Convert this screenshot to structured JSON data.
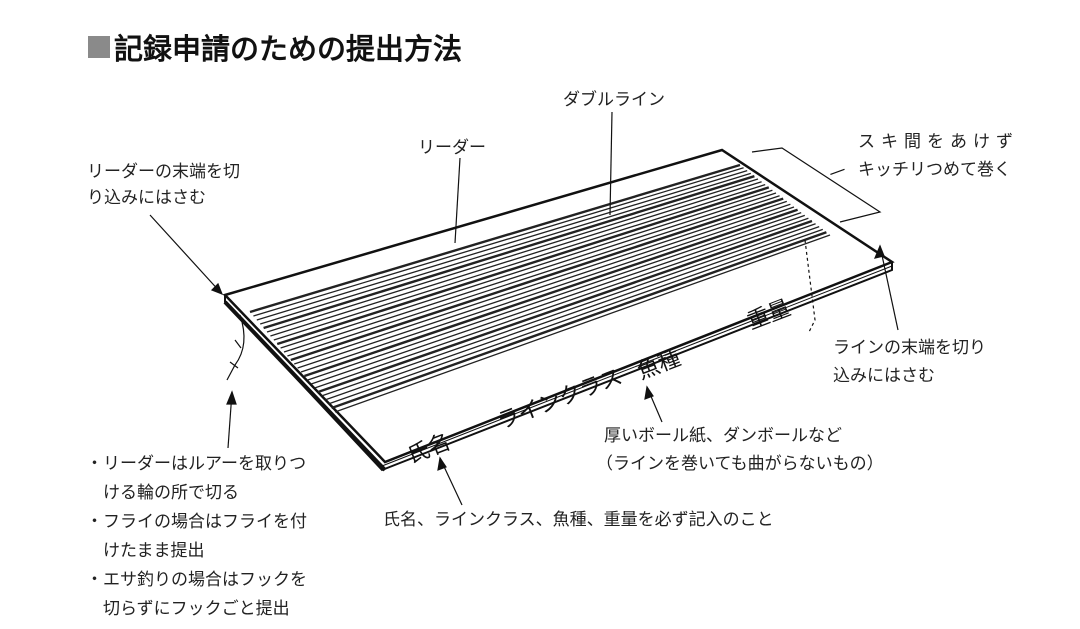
{
  "title": "記録申請のための提出方法",
  "labels": {
    "double_line": "ダブルライン",
    "leader": "リーダー",
    "leader_end": [
      "リーダーの末端を切",
      "り込みにはさむ"
    ],
    "no_gap": [
      "スキ間をあけず",
      "キッチリつめて巻く"
    ],
    "line_end": [
      "ラインの末端を切り",
      "込みにはさむ"
    ],
    "board": [
      "厚いボール紙、ダンボールなど",
      "（ラインを巻いても曲がらないもの）"
    ],
    "write_info": "氏名、ラインクラス、魚種、重量を必ず記入のこと"
  },
  "notes": [
    [
      "・リーダーはルアーを取りつ",
      "　ける輪の所で切る"
    ],
    [
      "・フライの場合はフライを付",
      "　けたまま提出"
    ],
    [
      "・エサ釣りの場合はフックを",
      "　切らずにフックごと提出"
    ]
  ],
  "board_writing": [
    "氏名",
    "ラインクラス",
    "魚種",
    "重量"
  ]
}
